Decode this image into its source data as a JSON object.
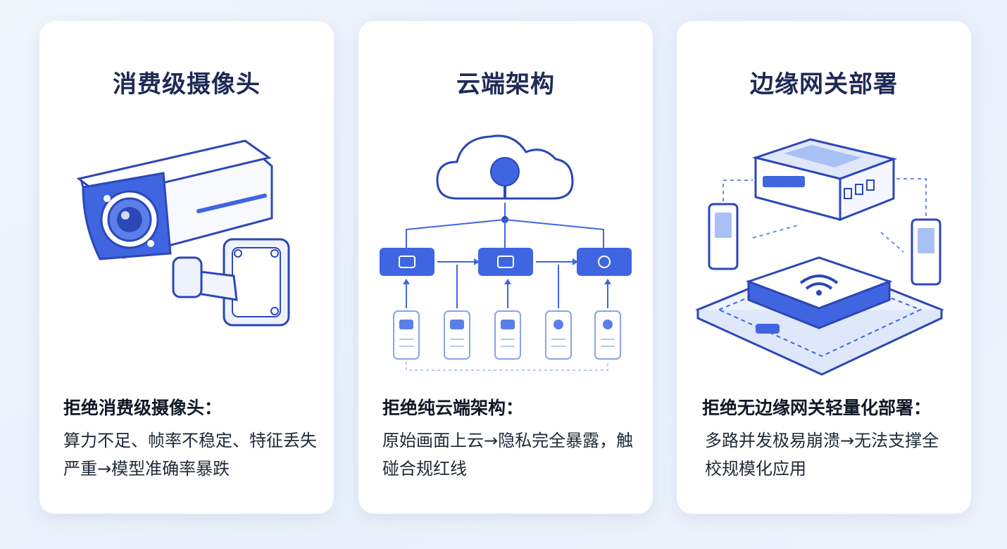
{
  "cards": [
    {
      "title": "消费级摄像头",
      "heading": "拒绝消费级摄像头：",
      "body": "算力不足、帧率不稳定、特征丢失严重→模型准确率暴跌",
      "icon": "security-camera-icon"
    },
    {
      "title": "云端架构",
      "heading": "拒绝纯云端架构：",
      "body": "原始画面上云→隐私完全暴露，触碰合规红线",
      "icon": "cloud-network-icon"
    },
    {
      "title": "边缘网关部署",
      "heading": "拒绝无边缘网关轻量化部署：",
      "body": "多路并发极易崩溃→无法支撑全校规模化应用",
      "icon": "edge-gateway-icon"
    }
  ],
  "colors": {
    "accent": "#3f66e0",
    "accent_light": "#c9d7f8",
    "outline": "#2c47b8",
    "title": "#1e2a55"
  }
}
